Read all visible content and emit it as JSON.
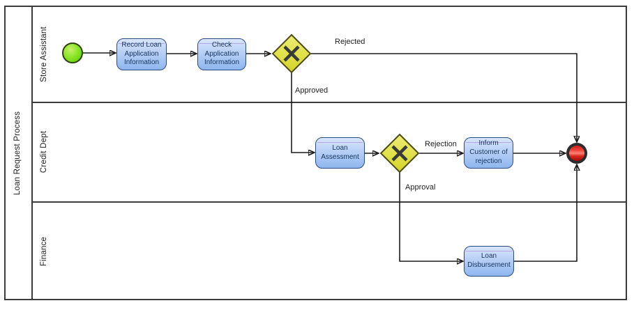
{
  "pool": {
    "label": "Loan Request Process"
  },
  "lanes": [
    {
      "label": "Store Assistant"
    },
    {
      "label": "Credit Dept"
    },
    {
      "label": "Finance"
    }
  ],
  "tasks": {
    "record": "Record Loan Application Information",
    "check": "Check Application Information",
    "assessment": "Loan Assessment",
    "inform": "Inform Customer of rejection",
    "disbursement": "Loan Disbursement"
  },
  "events": {
    "start": "start-event",
    "end": "end-event"
  },
  "gateways": {
    "first": "exclusive-gateway",
    "second": "exclusive-gateway"
  },
  "flow_labels": {
    "rejected": "Rejected",
    "approved": "Approved",
    "rejection": "Rejection",
    "approval": "Approval"
  },
  "colors": {
    "task_fill_top": "#d9e6fc",
    "task_fill_bottom": "#8fb6ef",
    "task_border": "#2a4a80",
    "task_text": "#15355e",
    "gateway_fill_top": "#ecec76",
    "gateway_fill_bottom": "#d2d229",
    "gateway_border": "#4c4c14",
    "start_event_fill": "#6fdc12",
    "end_event_fill": "#d92a1e",
    "connector": "#1c1c1c",
    "lane_border": "#3b3b3b"
  }
}
